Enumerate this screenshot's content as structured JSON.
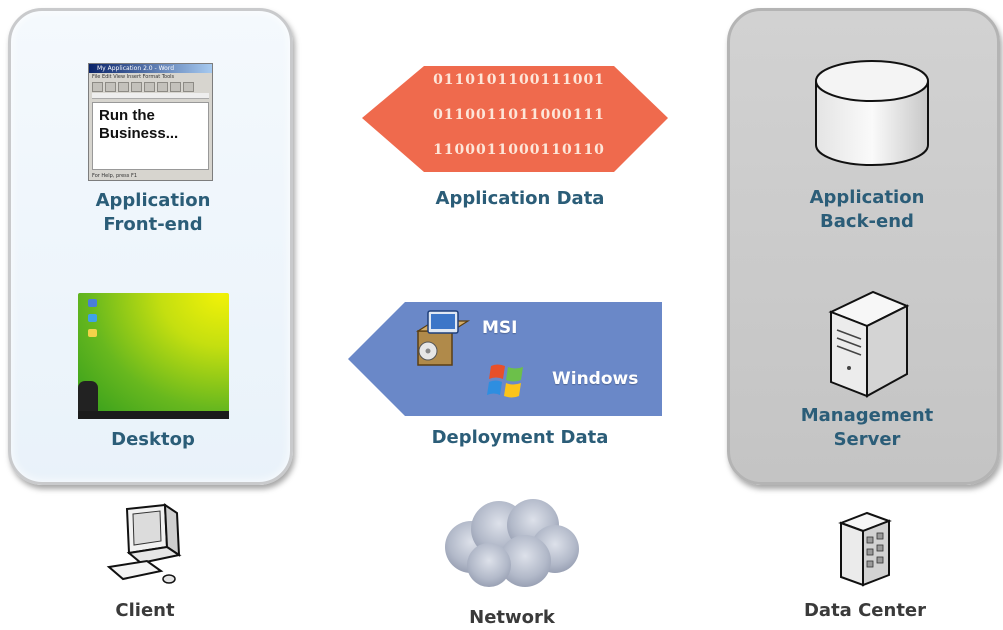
{
  "client": {
    "app_window": {
      "title": "My Application 2.0 - Word",
      "menu": "File  Edit  View  Insert  Format  Tools",
      "document_text": "Run the\nBusiness...",
      "status": "For Help, press F1"
    },
    "app_frontend_label": "Application\nFront-end",
    "desktop_label": "Desktop",
    "bottom_label": "Client"
  },
  "network": {
    "application_data": {
      "binary_lines": [
        "0110101100111001",
        "0110011011000111",
        "1100011000110110"
      ],
      "label": "Application Data"
    },
    "deployment_data": {
      "msi_label": "MSI",
      "windows_label": "Windows",
      "label": "Deployment Data"
    },
    "bottom_label": "Network"
  },
  "datacenter": {
    "app_backend_label": "Application\nBack-end",
    "management_server_label": "Management\nServer",
    "bottom_label": "Data Center"
  },
  "colors": {
    "label_blue": "#2b5d78",
    "app_data_arrow": "#ef6a4d",
    "deployment_arrow": "#6a88c8",
    "client_panel": "#eaf3fb",
    "datacenter_panel": "#c8c8c8"
  },
  "icons": [
    "database-icon",
    "server-tower-icon",
    "client-computer-icon",
    "cloud-icon",
    "building-icon",
    "installer-package-icon",
    "windows-logo-icon"
  ]
}
